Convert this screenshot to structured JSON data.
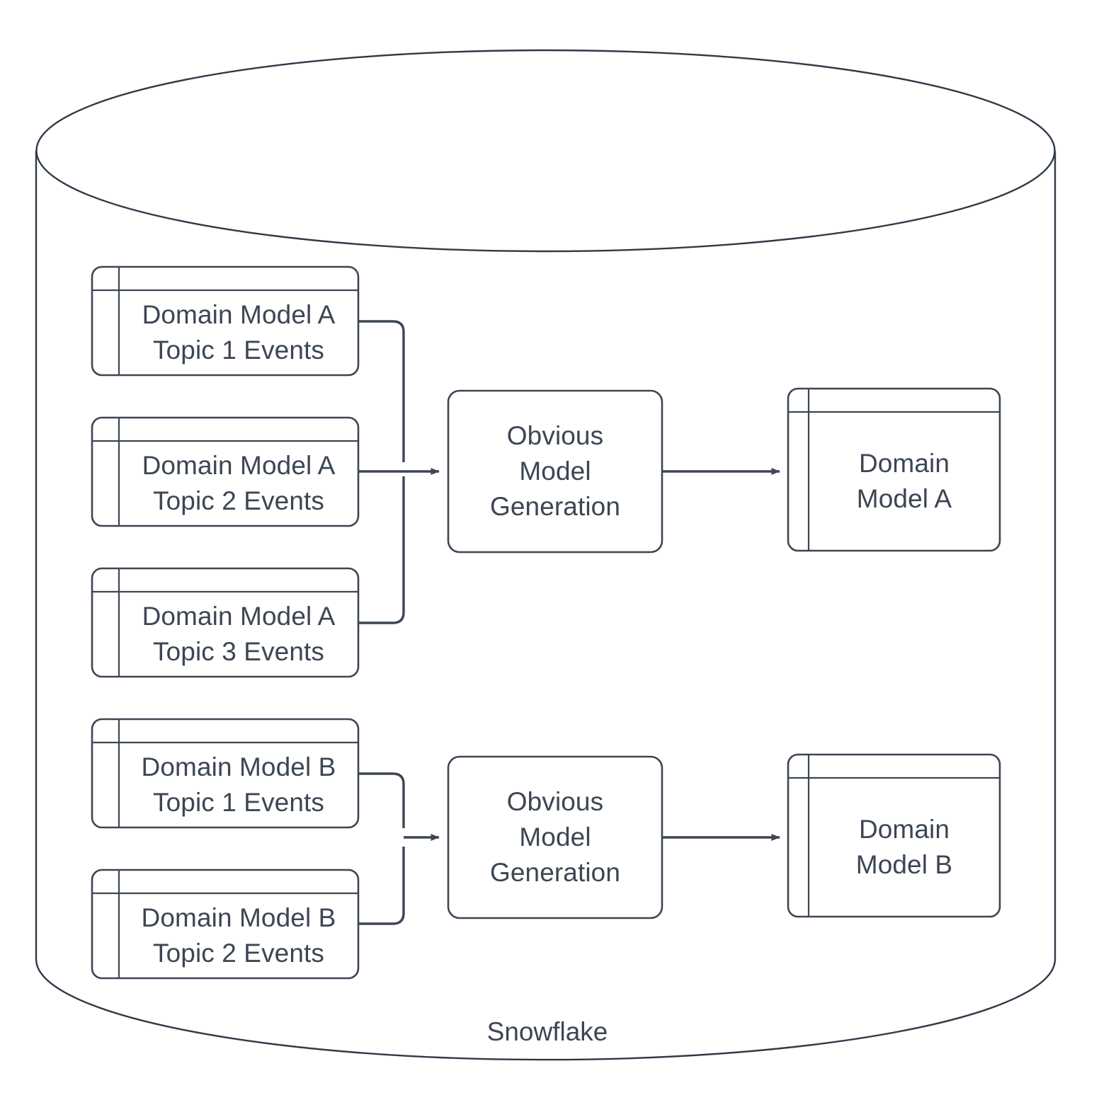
{
  "diagram": {
    "title_label": "Snowflake",
    "colors": {
      "stroke": "#3c4654",
      "cylinder_stroke": "#2f3a48",
      "text": "#3c4654",
      "fill": "#ffffff",
      "background": "#ffffff"
    },
    "container": {
      "name": "Snowflake",
      "shape": "cylinder",
      "label": "Snowflake"
    },
    "sources": [
      {
        "id": "src-a-1",
        "line1": "Domain Model A",
        "line2": "Topic 1 Events",
        "shape": "table"
      },
      {
        "id": "src-a-2",
        "line1": "Domain Model A",
        "line2": "Topic 2 Events",
        "shape": "table"
      },
      {
        "id": "src-a-3",
        "line1": "Domain Model A",
        "line2": "Topic 3 Events",
        "shape": "table"
      },
      {
        "id": "src-b-1",
        "line1": "Domain Model B",
        "line2": "Topic 1 Events",
        "shape": "table"
      },
      {
        "id": "src-b-2",
        "line1": "Domain Model B",
        "line2": "Topic 2 Events",
        "shape": "table"
      }
    ],
    "processes": [
      {
        "id": "proc-a",
        "line1": "Obvious",
        "line2": "Model",
        "line3": "Generation",
        "shape": "rounded-rect"
      },
      {
        "id": "proc-b",
        "line1": "Obvious",
        "line2": "Model",
        "line3": "Generation",
        "shape": "rounded-rect"
      }
    ],
    "outputs": [
      {
        "id": "out-a",
        "line1": "Domain",
        "line2": "Model A",
        "shape": "table"
      },
      {
        "id": "out-b",
        "line1": "Domain",
        "line2": "Model B",
        "shape": "table"
      }
    ],
    "edges": [
      {
        "from": "src-a-1",
        "to": "proc-a",
        "type": "orthogonal-arrow"
      },
      {
        "from": "src-a-2",
        "to": "proc-a",
        "type": "straight-arrow"
      },
      {
        "from": "src-a-3",
        "to": "proc-a",
        "type": "orthogonal-arrow"
      },
      {
        "from": "proc-a",
        "to": "out-a",
        "type": "straight-arrow"
      },
      {
        "from": "src-b-1",
        "to": "proc-b",
        "type": "orthogonal-arrow"
      },
      {
        "from": "src-b-2",
        "to": "proc-b",
        "type": "orthogonal-arrow"
      },
      {
        "from": "proc-b",
        "to": "out-b",
        "type": "straight-arrow"
      }
    ]
  }
}
